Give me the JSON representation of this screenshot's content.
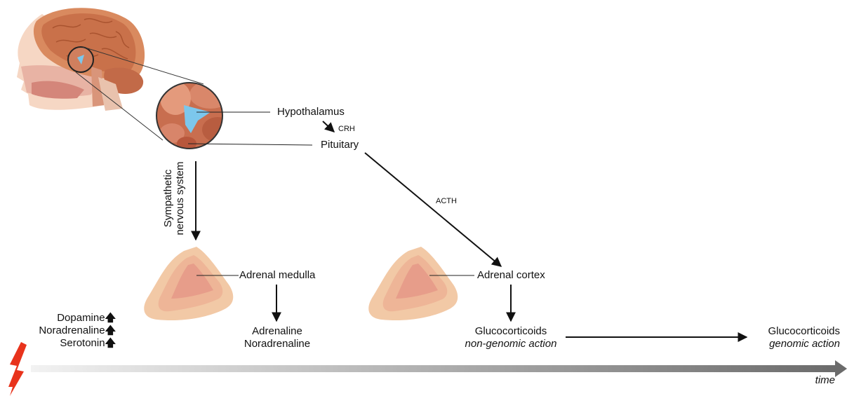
{
  "labels": {
    "hypothalamus": "Hypothalamus",
    "crh": "CRH",
    "pituitary": "Pituitary",
    "acth": "ACTH",
    "sns_line1": "Sympathetic",
    "sns_line2": "nervous system",
    "adrenal_medulla": "Adrenal medulla",
    "adrenal_cortex": "Adrenal cortex",
    "adrenaline": "Adrenaline",
    "noradrenaline": "Noradrenaline",
    "gc_early": "Glucocorticoids",
    "gc_early_action": "non-genomic action",
    "gc_late": "Glucocorticoids",
    "gc_late_action": "genomic action",
    "time": "time"
  },
  "neurotransmitters": [
    {
      "name": "Dopamine",
      "arrow": "🡅"
    },
    {
      "name": "Noradrenaline",
      "arrow": "🡅"
    },
    {
      "name": "Serotonin",
      "arrow": "🡅"
    }
  ],
  "icons": {
    "stressor": "lightning-bolt-icon",
    "brain": "brain-illustration",
    "adrenal": "adrenal-gland-illustration"
  },
  "colors": {
    "bolt": "#e8331c",
    "arrow": "#111111",
    "adrenal_outer": "#f2c9a6",
    "adrenal_inner": "#e79d8a",
    "hypothalamus_blue": "#7cc7ec"
  }
}
